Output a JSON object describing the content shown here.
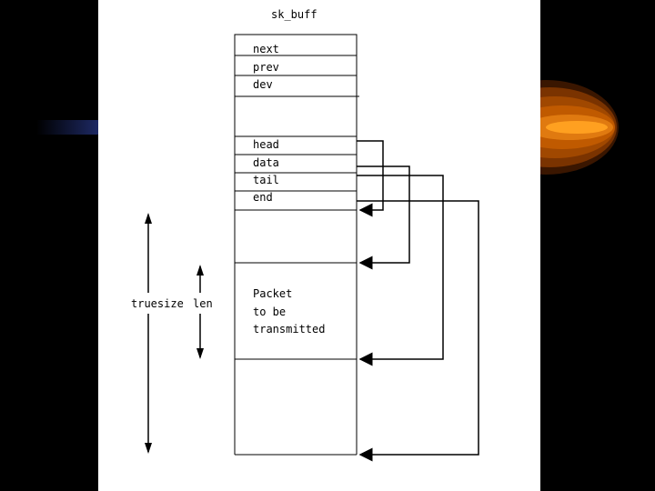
{
  "colors": {
    "background": "#000000",
    "paper": "#ffffff",
    "line": "#000000",
    "accent_dark": "#7a3300",
    "accent_mid": "#c05a00",
    "accent_light": "#ffa020",
    "streak": "#1e2a66"
  },
  "title": "sk_buff",
  "fields": [
    "next",
    "prev",
    "dev",
    "head",
    "data",
    "tail",
    "end"
  ],
  "packet_text": [
    "Packet",
    "to be",
    "transmitted"
  ],
  "dimensions": {
    "truesize": "truesize",
    "len": "len"
  }
}
